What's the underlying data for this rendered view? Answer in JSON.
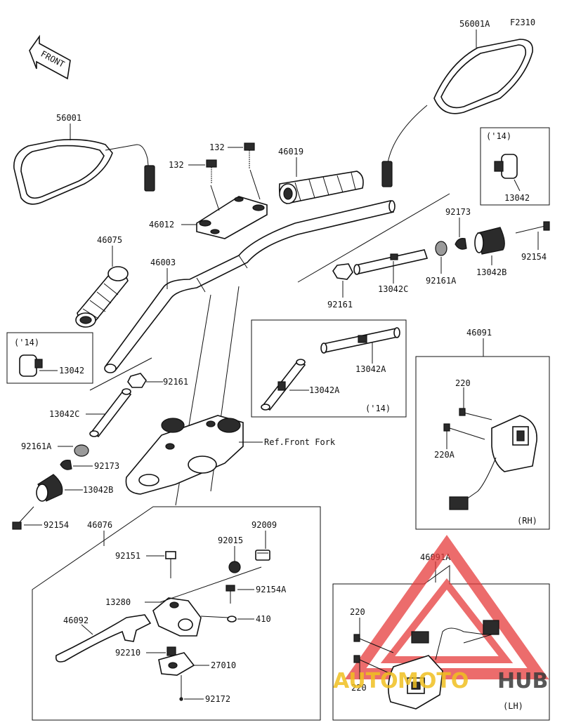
{
  "figure_code": "F2310",
  "front_label": "FRONT",
  "ref_front_fork": "Ref.Front Fork",
  "watermark": {
    "text_a": "AUTO",
    "text_b": "MOTO",
    "text_c": "HUB",
    "color": "#e63b3b"
  },
  "parts": {
    "p56001A": "56001A",
    "p56001": "56001",
    "p132a": "132",
    "p132b": "132",
    "p46019": "46019",
    "p46012": "46012",
    "p46075": "46075",
    "p46003": "46003",
    "p13042_top": "13042",
    "p92173_top": "92173",
    "p92154_top": "92154",
    "p13042B_top": "13042B",
    "p92161A_top": "92161A",
    "p13042C_top": "13042C",
    "p92161_top": "92161",
    "p13042_left": "13042",
    "p92161_left": "92161",
    "p13042A_a": "13042A",
    "p13042A_b": "13042A",
    "p13042C_left": "13042C",
    "p92161A_left": "92161A",
    "p92173_left": "92173",
    "p13042B_left": "13042B",
    "p92154_left": "92154",
    "p46091": "46091",
    "p220_rh": "220",
    "p220A": "220A",
    "p46076": "46076",
    "p92009": "92009",
    "p92015": "92015",
    "p92151": "92151",
    "p92154A": "92154A",
    "p13280": "13280",
    "p410": "410",
    "p46092": "46092",
    "p92210": "92210",
    "p27010": "27010",
    "p92172": "92172",
    "p46091A": "46091A",
    "p220_lh_a": "220",
    "p220_lh_b": "220"
  },
  "notes": {
    "y14_a": "('14)",
    "y14_b": "('14)",
    "y14_c": "('14)",
    "rh": "(RH)",
    "lh": "(LH)"
  }
}
